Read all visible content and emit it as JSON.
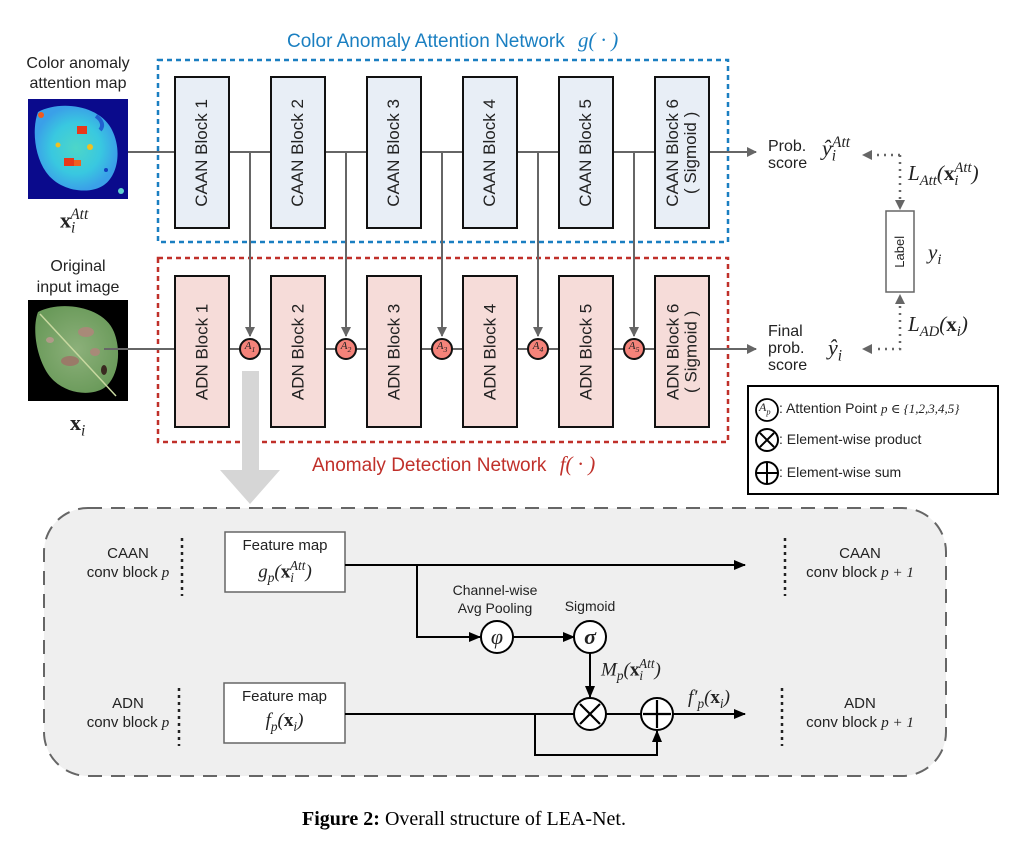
{
  "figure": {
    "caption_label": "Figure 2:",
    "caption_text": "Overall structure of LEA-Net."
  },
  "caan": {
    "title": "Color Anomaly Attention Network",
    "func": "g( · )",
    "color": "#1a7fc1",
    "block_fill": "#e8eef6",
    "blocks": [
      {
        "label": "CAAN Block 1",
        "sub": ""
      },
      {
        "label": "CAAN Block 2",
        "sub": ""
      },
      {
        "label": "CAAN Block 3",
        "sub": ""
      },
      {
        "label": "CAAN Block 4",
        "sub": ""
      },
      {
        "label": "CAAN Block 5",
        "sub": ""
      },
      {
        "label": "CAAN Block 6",
        "sub": "( Sigmoid )"
      }
    ],
    "output_label_1": "Prob.",
    "output_label_2": "score",
    "output_symbol": "ŷ",
    "output_sub": "i",
    "output_sup": "Att"
  },
  "adn": {
    "title": "Anomaly Detection Network",
    "func": "f( · )",
    "color": "#c0302a",
    "block_fill": "#f6dcd9",
    "blocks": [
      {
        "label": "ADN Block 1",
        "sub": ""
      },
      {
        "label": "ADN Block 2",
        "sub": ""
      },
      {
        "label": "ADN Block 3",
        "sub": ""
      },
      {
        "label": "ADN Block 4",
        "sub": ""
      },
      {
        "label": "ADN Block 5",
        "sub": ""
      },
      {
        "label": "ADN Block 6",
        "sub": "( Sigmoid )"
      }
    ],
    "attention_points": [
      "1",
      "2",
      "3",
      "4",
      "5"
    ],
    "attention_fill": "#f4837a",
    "output_label_1": "Final",
    "output_label_2": "prob.",
    "output_label_3": "score",
    "output_symbol": "ŷ",
    "output_sub": "i"
  },
  "inputs": {
    "att_map_label_1": "Color anomaly",
    "att_map_label_2": "attention map",
    "att_map_symbol": "x",
    "att_map_sub": "i",
    "att_map_sup": "Att",
    "orig_label_1": "Original",
    "orig_label_2": "input image",
    "orig_symbol": "x",
    "orig_sub": "i"
  },
  "loss": {
    "label_box": "Label",
    "label_symbol": "y",
    "label_sub": "i",
    "att_loss": "L",
    "att_loss_sub": "Att",
    "att_loss_arg": "x",
    "att_loss_arg_sub": "i",
    "att_loss_arg_sup": "Att",
    "ad_loss": "L",
    "ad_loss_sub": "AD",
    "ad_loss_arg": "x",
    "ad_loss_arg_sub": "i"
  },
  "legend": {
    "attention_symbol": "A",
    "attention_sub": "p",
    "attention_text": ": Attention Point ",
    "attention_set": "p ∈ {1,2,3,4,5}",
    "product_text": ": Element-wise product",
    "sum_text": ": Element-wise sum"
  },
  "detail": {
    "caan_left_1": "CAAN",
    "caan_left_2": "conv block ",
    "caan_left_var": "p",
    "adn_left_1": "ADN",
    "adn_left_2": "conv block ",
    "adn_left_var": "p",
    "caan_right_1": "CAAN",
    "caan_right_2": "conv block ",
    "caan_right_var": "p + 1",
    "adn_right_1": "ADN",
    "adn_right_2": "conv block ",
    "adn_right_var": "p + 1",
    "fmap_label": "Feature map",
    "g_fmap": "g",
    "g_fmap_sub": "p",
    "f_fmap": "f",
    "f_fmap_sub": "p",
    "pool_label_1": "Channel-wise",
    "pool_label_2": "Avg Pooling",
    "pool_symbol": "φ",
    "sigmoid_label": "Sigmoid",
    "sigmoid_symbol": "σ",
    "mask": "M",
    "mask_sub": "p",
    "out": "f′",
    "out_sub": "p",
    "panel_fill": "#efefef"
  }
}
